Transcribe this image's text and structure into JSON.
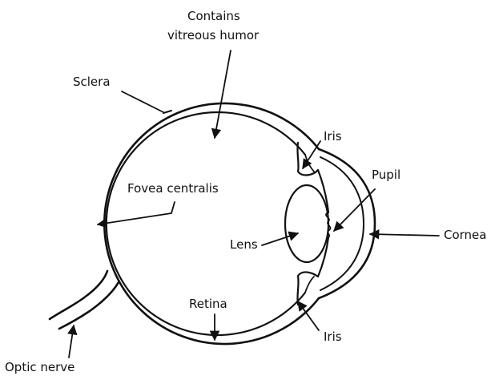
{
  "diagram": {
    "labels": {
      "contains_line1": "Contains",
      "contains_line2": "vitreous humor",
      "sclera": "Sclera",
      "iris_top": "Iris",
      "pupil": "Pupil",
      "fovea": "Fovea centralis",
      "lens": "Lens",
      "cornea": "Cornea",
      "retina": "Retina",
      "iris_bottom": "Iris",
      "optic_nerve": "Optic nerve"
    }
  }
}
